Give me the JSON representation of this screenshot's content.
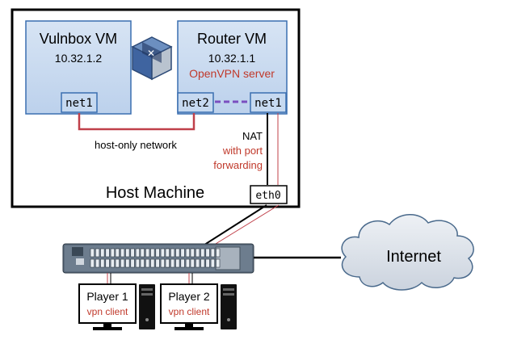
{
  "host": {
    "title": "Host Machine"
  },
  "vulnbox": {
    "title": "Vulnbox VM",
    "ip": "10.32.1.2",
    "iface": "net1"
  },
  "router": {
    "title": "Router VM",
    "ip": "10.32.1.1",
    "service": "OpenVPN server",
    "iface_left": "net2",
    "iface_right": "net1"
  },
  "hostonly_label": "host-only network",
  "nat": {
    "label": "NAT",
    "port_fwd_line1": "with port",
    "port_fwd_line2": "forwarding"
  },
  "eth_label": "eth0",
  "internet_label": "Internet",
  "players": [
    {
      "name": "Player 1",
      "role": "vpn client"
    },
    {
      "name": "Player 2",
      "role": "vpn client"
    }
  ],
  "colors": {
    "vm_fill": "#c6d9f0",
    "vm_border": "#3a6fb0",
    "red_link": "#c0404a",
    "red_text": "#c0392b",
    "vpn_dash": "#7a4fc0",
    "cloud_fill": "#dde3eb",
    "cloud_stroke": "#4a6a8c",
    "switch_body": "#5b6b7c"
  }
}
